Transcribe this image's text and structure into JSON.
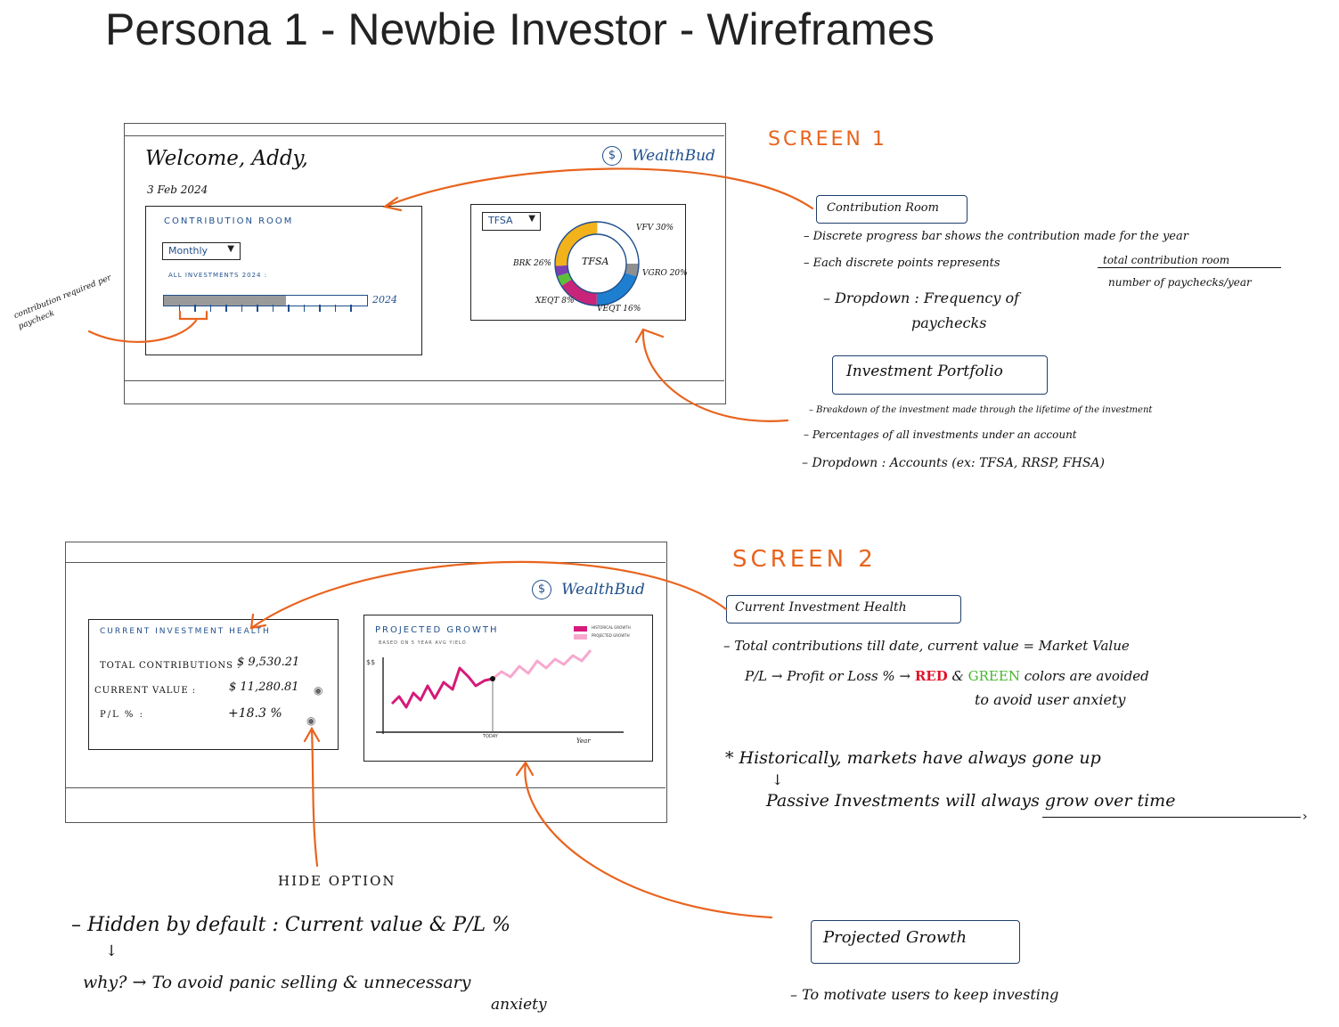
{
  "page_title": "Persona 1 - Newbie Investor - Wireframes",
  "colors": {
    "accent_orange": "#e8641e",
    "ink_blue": "#1f4f8c",
    "historical": "#d6197a",
    "projected": "#f7a8cf",
    "red": "#e0152b",
    "green": "#49b62f"
  },
  "screen1": {
    "welcome": "Welcome, Addy,",
    "date": "3 Feb 2024",
    "brand": "WealthBud",
    "contribution_room": {
      "title": "CONTRIBUTION ROOM",
      "dropdown": "Monthly",
      "caption": "ALL INVESTMENTS 2024 :",
      "year_label": "2024",
      "progress": 0.6
    },
    "portfolio": {
      "dropdown": "TFSA",
      "center_label": "TFSA",
      "labels": {
        "vfv": "VFV 30%",
        "brk": "BRK 26%",
        "vgro": "VGRO 20%",
        "xeqt": "XEQT 8%",
        "veqt": "VEQT 16%"
      }
    },
    "side_note": "contribution required per paycheck"
  },
  "annotations1": {
    "screen_label": "SCREEN 1",
    "contribution_box": "Contribution Room",
    "contribution_bullets": [
      "– Discrete progress bar shows the contribution made for the year",
      "– Each discrete points represents",
      "– Dropdown : Frequency of",
      "paychecks"
    ],
    "fraction_top": "total contribution room",
    "fraction_bottom": "number of paychecks/year",
    "portfolio_box": "Investment Portfolio",
    "portfolio_bullets": [
      "– Breakdown of the investment made through the lifetime of the investment",
      "– Percentages of all investments under an account",
      "– Dropdown : Accounts (ex: TFSA, RRSP, FHSA)"
    ]
  },
  "screen2": {
    "brand": "WealthBud",
    "health": {
      "title": "CURRENT INVESTMENT HEALTH",
      "total_label": "TOTAL CONTRIBUTIONS :",
      "total_value": "$ 9,530.21",
      "current_label": "CURRENT VALUE :",
      "current_value": "$ 11,280.81",
      "pl_label": "P/L % :",
      "pl_value": "+18.3 %"
    },
    "growth": {
      "title": "PROJECTED GROWTH",
      "subtitle": "BASED ON 5 YEAR AVG YIELD",
      "legend_historical": "HISTORICAL GROWTH",
      "legend_projected": "PROJECTED GROWTH",
      "y_label": "$$",
      "today": "TODAY",
      "year": "Year"
    },
    "hide_option": "HIDE OPTION"
  },
  "annotations2": {
    "screen_label": "SCREEN 2",
    "health_box": "Current Investment Health",
    "line1": "– Total contributions till date, current value = Market Value",
    "line2_pre": "P/L → Profit or Loss % →",
    "line2_red": "RED",
    "line2_amp": "&",
    "line2_green": "GREEN",
    "line2_post": "colors are avoided",
    "line3": "to avoid user anxiety",
    "star1": "* Historically, markets have always gone up",
    "star_arrow": "↓",
    "star2": "Passive Investments will always grow over time",
    "growth_box": "Projected Growth",
    "growth_note": "– To motivate users to keep investing",
    "hidden1": "– Hidden by default : Current value & P/L %",
    "hidden_arrow": "↓",
    "hidden2": "why? → To avoid panic selling & unnecessary",
    "hidden3": "anxiety"
  }
}
